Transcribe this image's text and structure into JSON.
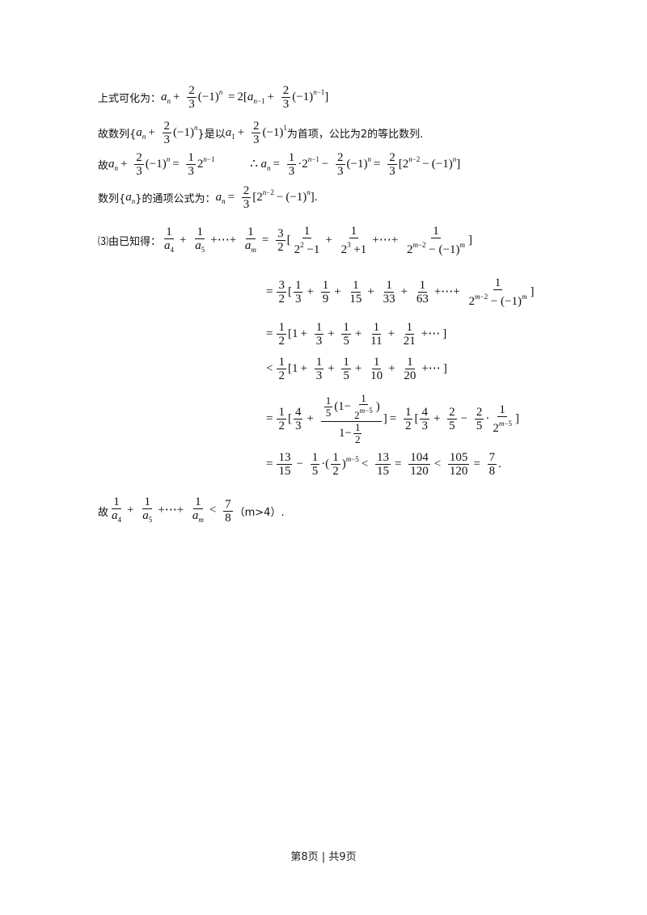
{
  "lines": {
    "l1_text": "上式可化为：",
    "l2_a": "故数列{",
    "l2_b": "}是以",
    "l2_c": "为首项，公比为2的等比数列.",
    "l3_a": "故",
    "l4_a": "数列{",
    "l4_b": "}的通项公式为：",
    "l5_a": "⑶由已知得：",
    "last_a": "故",
    "last_b": "（m>4）."
  },
  "footer": {
    "page": "第8页",
    "sep": "|",
    "total": "共9页"
  }
}
